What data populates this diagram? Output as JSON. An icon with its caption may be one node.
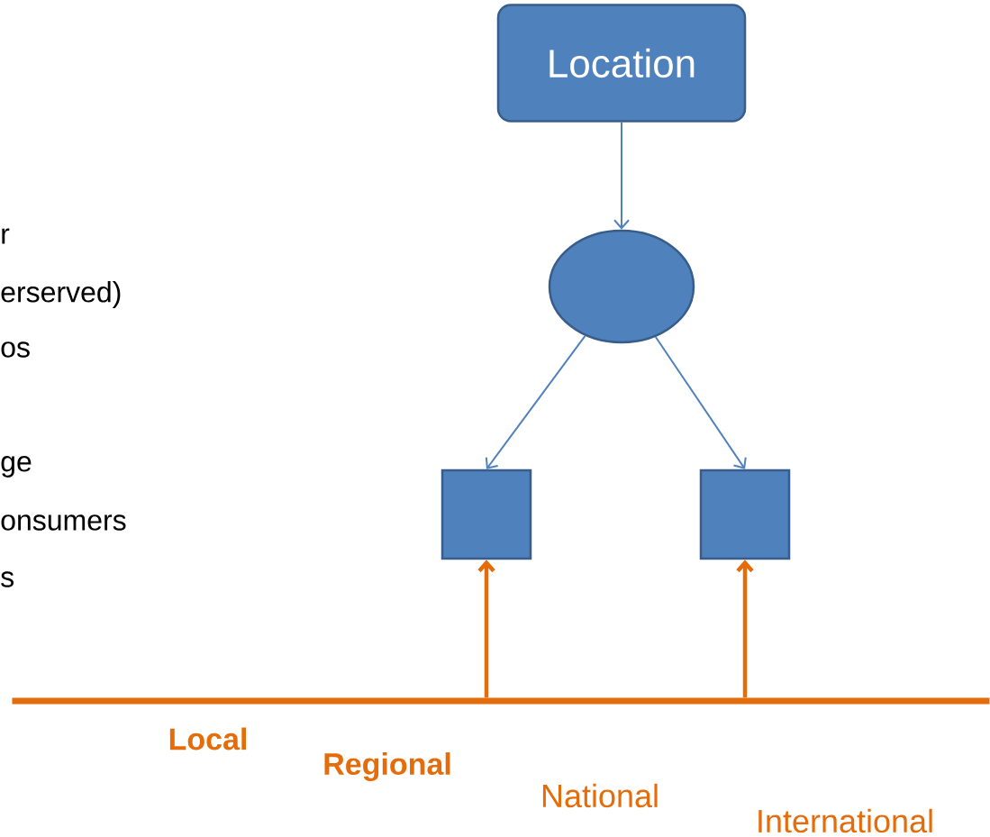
{
  "diagram": {
    "nodes": [
      {
        "text": [
          "Location"
        ]
      },
      {
        "text": [],
        "shape": "ellipse"
      },
      {
        "text": [],
        "shape": "box"
      },
      {
        "text": [],
        "shape": "box"
      },
      {
        "text": [],
        "shape": "bar"
      }
    ],
    "edges": [
      {
        "from": 0,
        "to": 1,
        "arrow": "to"
      },
      {
        "from": 1,
        "to": 2,
        "arrow": "to"
      },
      {
        "from": 1,
        "to": 3,
        "arrow": "to"
      },
      {
        "from": 4,
        "to": 2,
        "arrow": "to",
        "style": "thick",
        "color": "#e46c0a"
      },
      {
        "from": 4,
        "to": 3,
        "arrow": "to",
        "style": "thick",
        "color": "#e46c0a"
      }
    ],
    "labels": [
      "r",
      "erserved)",
      "os",
      "ge",
      "onsumers",
      "s",
      "Local",
      "Regional",
      "National",
      "International"
    ]
  }
}
